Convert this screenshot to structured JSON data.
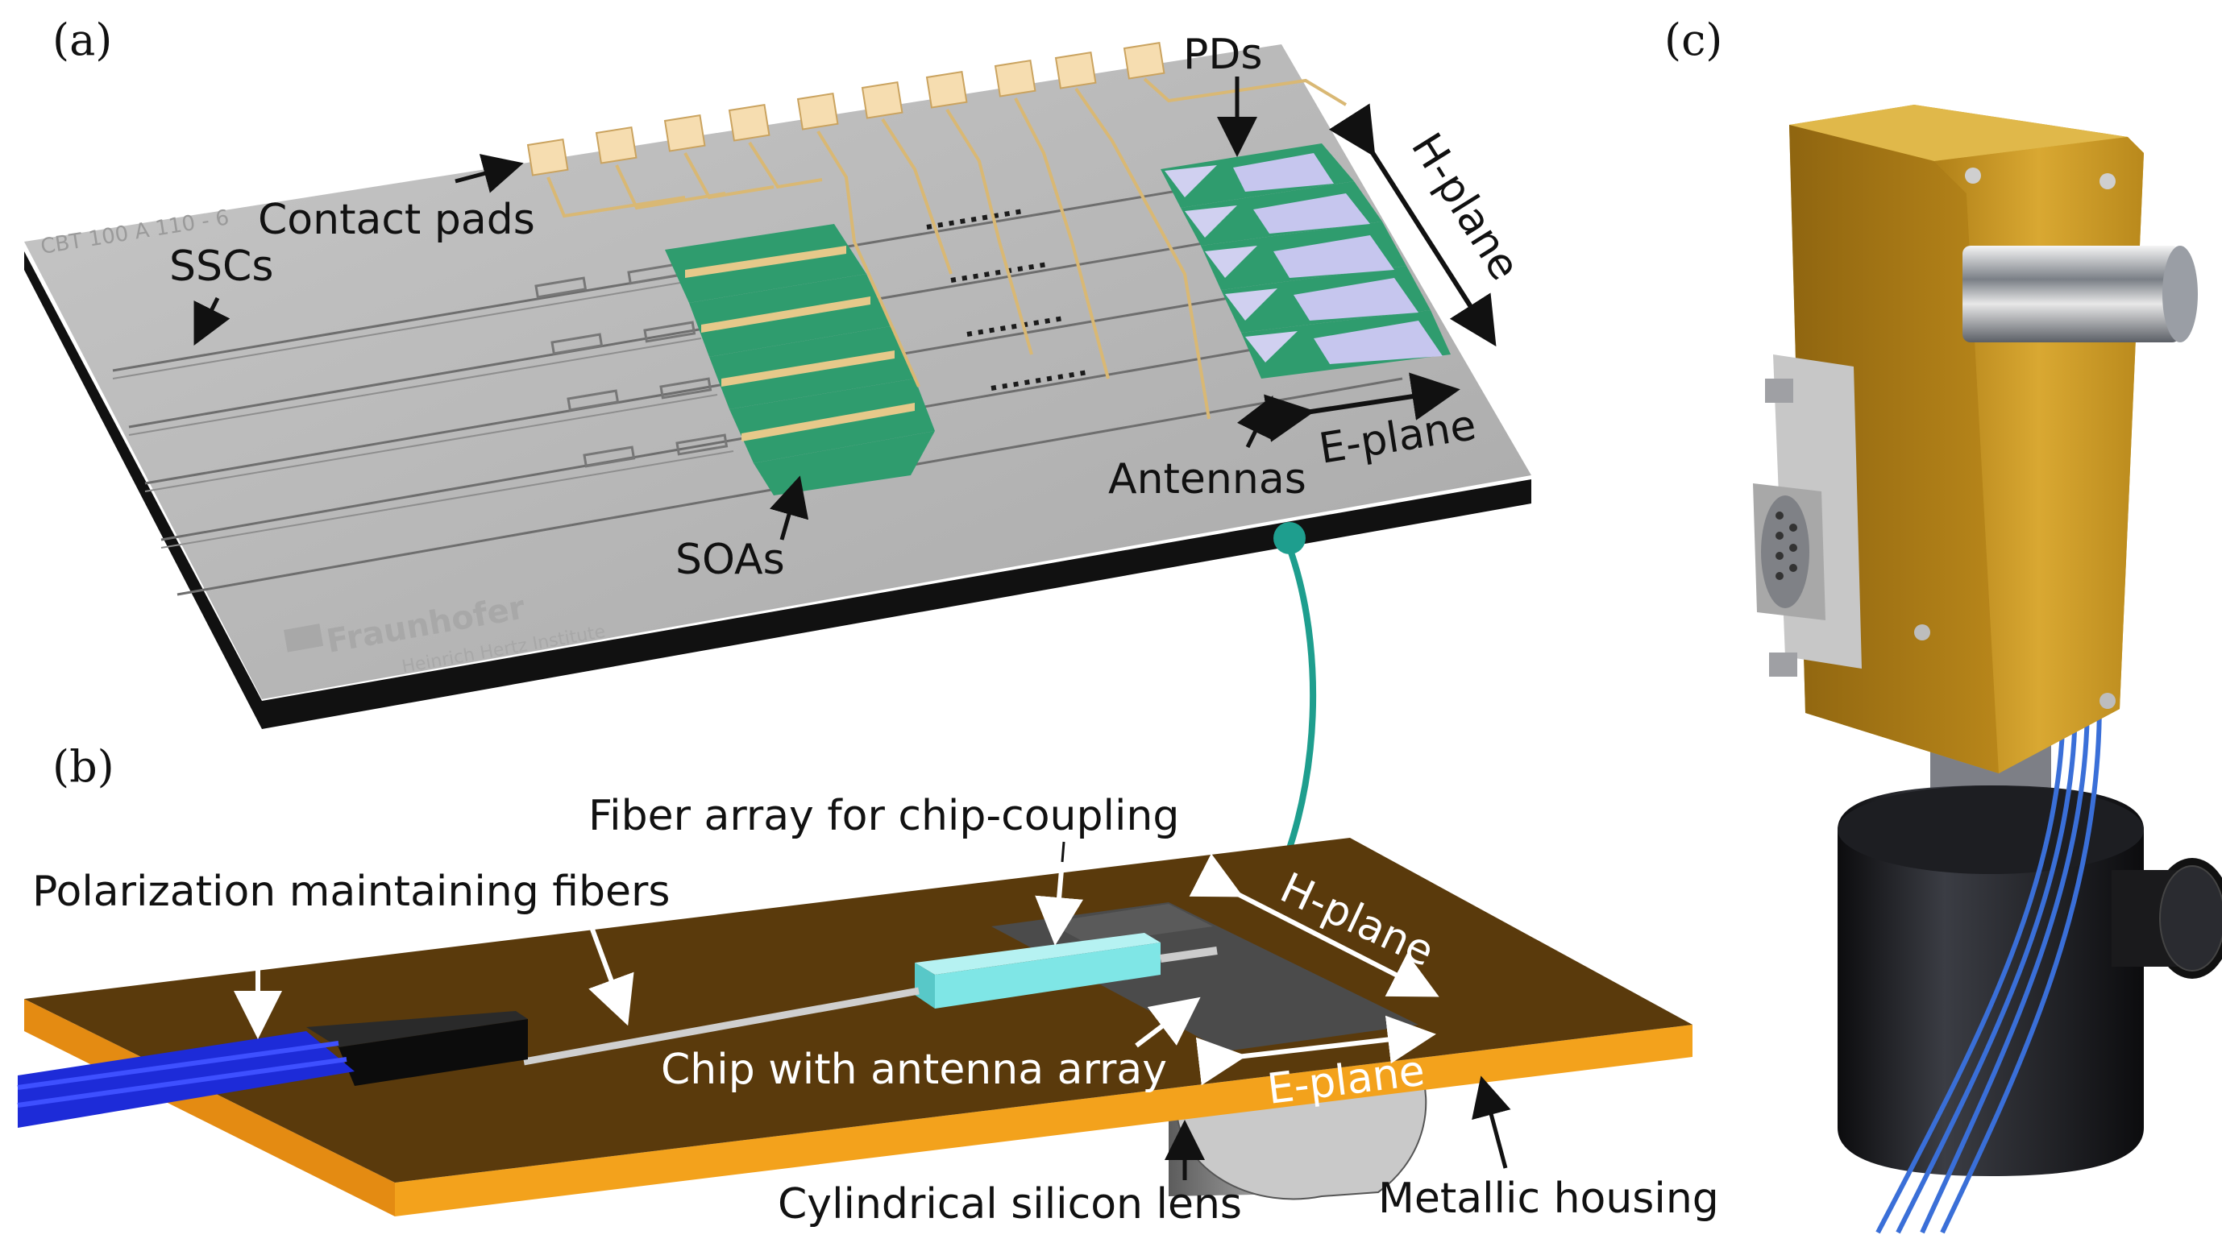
{
  "panels": {
    "a": "(a)",
    "b": "(b)",
    "c": "(c)"
  },
  "chip": {
    "labels": {
      "pds": "PDs",
      "contact_pads": "Contact pads",
      "sscs": "SSCs",
      "h_plane": "H-plane",
      "e_plane": "E-plane",
      "antennas": "Antennas",
      "soas": "SOAs"
    },
    "marking": "CBT 100 A 110 - 6",
    "logo": "Fraunhofer",
    "logo_sub": "Heinrich Hertz Institute"
  },
  "assembly": {
    "labels": {
      "fiber_array": "Fiber array for chip-coupling",
      "pm_fibers": "Polarization  maintaining  fibers",
      "h_plane": "H-plane",
      "chip_with_array": "Chip with antenna array",
      "e_plane": "E-plane",
      "lens": "Cylindrical silicon lens",
      "housing": "Metallic housing"
    }
  },
  "colors": {
    "chip_surface": "#b9b9b9",
    "chip_edge": "#111111",
    "soa_green": "#2f9c6e",
    "antenna_purple": "#bfc0e8",
    "pad_gold": "#f3d8a0",
    "board_brown": "#5a3a0c",
    "board_edge": "#f3a21c",
    "fiber_blue": "#1d2bd8",
    "fiber_array_cyan": "#7fe6e6",
    "connector_teal": "#1e9e8e",
    "module_gold": "#c9971e"
  }
}
